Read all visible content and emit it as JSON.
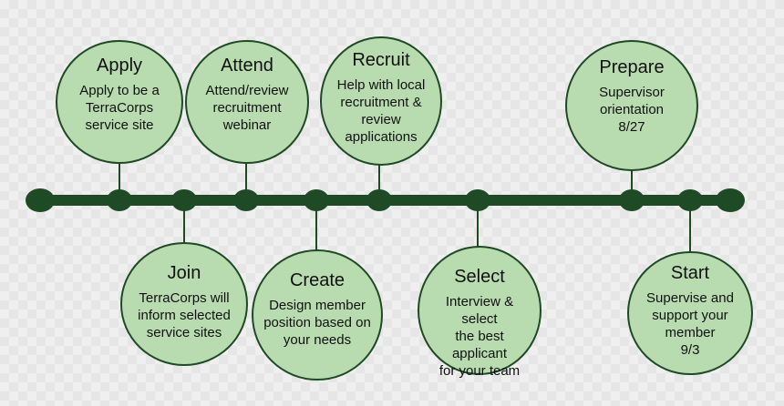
{
  "colors": {
    "line": "#1e4a25",
    "circle_fill": "#b8dcb0",
    "circle_border": "#1e4a25"
  },
  "steps": [
    {
      "title": "Apply",
      "desc": "Apply to be a\nTerraCorps\nservice site"
    },
    {
      "title": "Attend",
      "desc": "Attend/review\nrecruitment\nwebinar"
    },
    {
      "title": "Recruit",
      "desc": "Help with local\nrecruitment &\nreview\napplications"
    },
    {
      "title": "Prepare",
      "desc": "Supervisor\norientation\n8/27"
    },
    {
      "title": "Join",
      "desc": "TerraCorps will\ninform selected\nservice sites"
    },
    {
      "title": "Create",
      "desc": "Design member\nposition based on\nyour needs"
    },
    {
      "title": "Select",
      "desc": "Interview & select\nthe best applicant\nfor your team"
    },
    {
      "title": "Start",
      "desc": "Supervise and\nsupport your\nmember\n9/3"
    }
  ]
}
